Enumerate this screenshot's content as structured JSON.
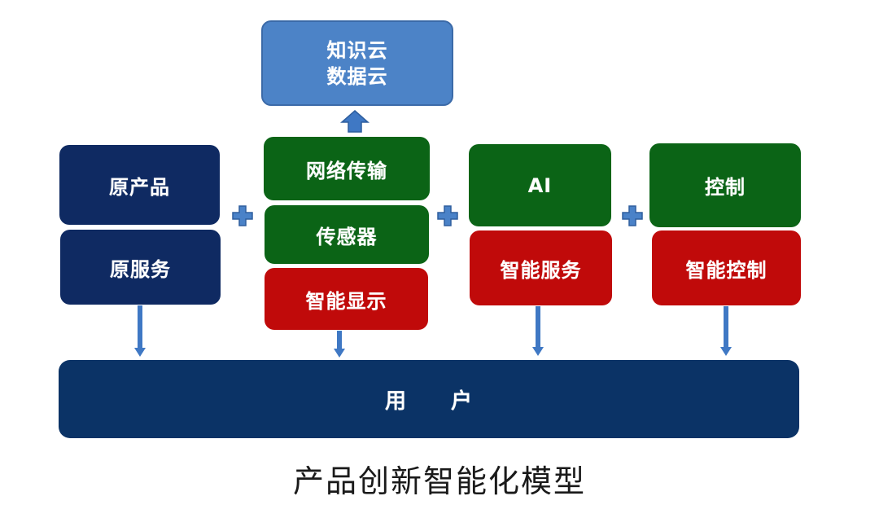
{
  "cloud": {
    "line1": "知识云",
    "line2": "数据云"
  },
  "columns": [
    {
      "top": "原产品",
      "bottom": "原服务"
    },
    {
      "top": "网络传输",
      "middle": "传感器",
      "bottom": "智能显示"
    },
    {
      "top": "AI",
      "bottom": "智能服务"
    },
    {
      "top": "控制",
      "bottom": "智能控制"
    }
  ],
  "operators": [
    "plus",
    "plus",
    "plus"
  ],
  "user_bar": {
    "label": "用　　户"
  },
  "title": "产品创新智能化模型",
  "colors": {
    "navy": "#0f2a62",
    "green": "#0b6416",
    "red": "#c00a0a",
    "cloud_blue": "#4c83c7",
    "user_navy": "#0b3366",
    "arrow_blue": "#3f78c4"
  }
}
